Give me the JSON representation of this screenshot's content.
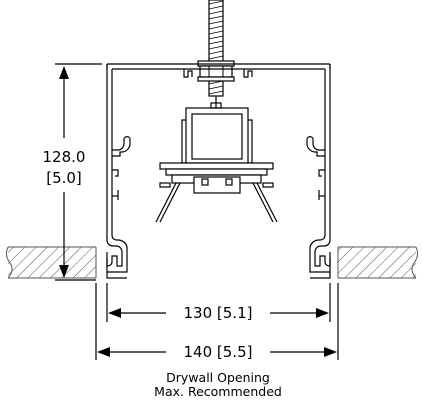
{
  "dimensions": {
    "height": {
      "metric": "128.0",
      "imperial": "[5.0]"
    },
    "inner_width": "130 [5.1]",
    "outer_width": "140 [5.5]"
  },
  "note": {
    "line1": "Drywall Opening",
    "line2": "Max. Recommended"
  }
}
